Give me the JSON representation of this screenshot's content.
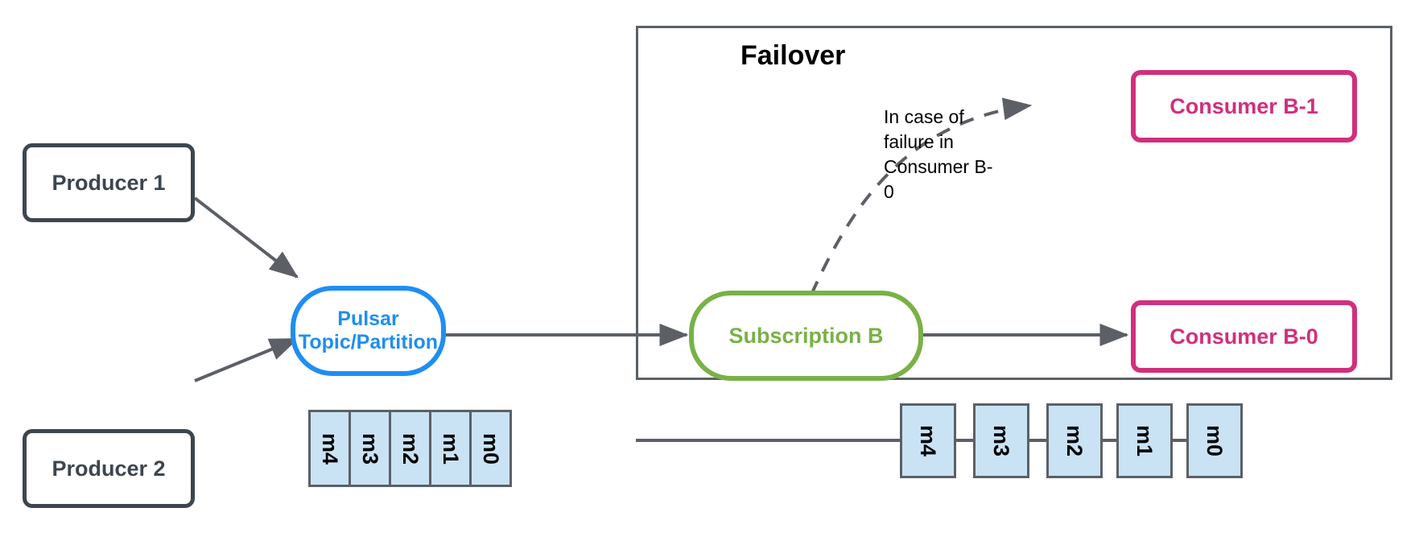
{
  "diagram": {
    "title_group": "Failover",
    "producers": [
      {
        "label": "Producer 1"
      },
      {
        "label": "Producer 2"
      }
    ],
    "topic": {
      "line1": "Pulsar",
      "line2": "Topic/Partition"
    },
    "subscription": {
      "label": "Subscription B"
    },
    "consumers": [
      {
        "label": "Consumer B-1"
      },
      {
        "label": "Consumer B-0"
      }
    ],
    "note": {
      "text": "In case of failure in Consumer B-0"
    },
    "topic_messages": [
      "m4",
      "m3",
      "m2",
      "m1",
      "m0"
    ],
    "subscription_messages": [
      "m4",
      "m3",
      "m2",
      "m1",
      "m0"
    ],
    "colors": {
      "producer_border": "#3d464f",
      "topic_border": "#1f8ef1",
      "subscription_border": "#79b147",
      "consumer_border": "#d12f7e",
      "message_fill": "#c9e3f5",
      "message_border": "#5c6066",
      "arrow": "#5c6066",
      "group_border": "#5c6066"
    }
  }
}
